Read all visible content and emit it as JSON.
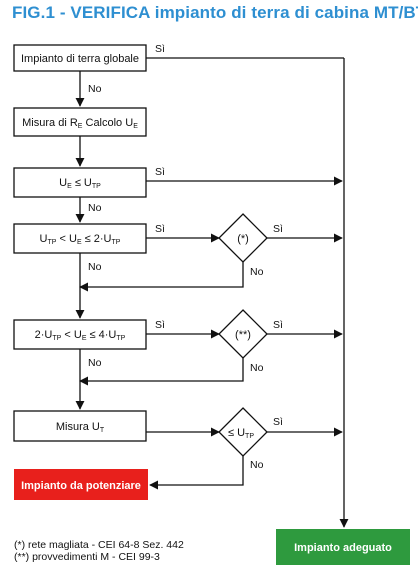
{
  "title": "FIG.1 - VERIFICA impianto di terra di cabina MT/BT",
  "nodes": {
    "globale": "Impianto di terra globale",
    "misura_re": {
      "a": "Misura di R",
      "a_sub": "E",
      "b": " Calcolo U",
      "b_sub": "E"
    },
    "cond1": {
      "a": "U",
      "a_sub": "E",
      "op": " ≤ U",
      "b_sub": "TP"
    },
    "cond2": {
      "a": "U",
      "a_sub": "TP",
      "op1": " < U",
      "b_sub": "E",
      "op2": " ≤ 2·U",
      "c_sub": "TP"
    },
    "cond3": {
      "a": "2·U",
      "a_sub": "TP",
      "op1": " < U",
      "b_sub": "E",
      "op2": " ≤ 4·U",
      "c_sub": "TP"
    },
    "misura_ut": {
      "a": "Misura U",
      "a_sub": "T"
    },
    "diamond1": "(*)",
    "diamond2": "(**)",
    "diamond3": {
      "a": "≤ U",
      "a_sub": "TP"
    },
    "potenziare": "Impianto da potenziare",
    "adeguato": "Impianto adeguato"
  },
  "labels": {
    "yes": "Sì",
    "no": "No"
  },
  "notes": [
    "(*) rete magliata - CEI 64-8 Sez. 442",
    "(**) provvedimenti M - CEI 99-3"
  ],
  "colors": {
    "title": "#2e8fd1",
    "red": "#e8201c",
    "green": "#2e9a3e"
  }
}
